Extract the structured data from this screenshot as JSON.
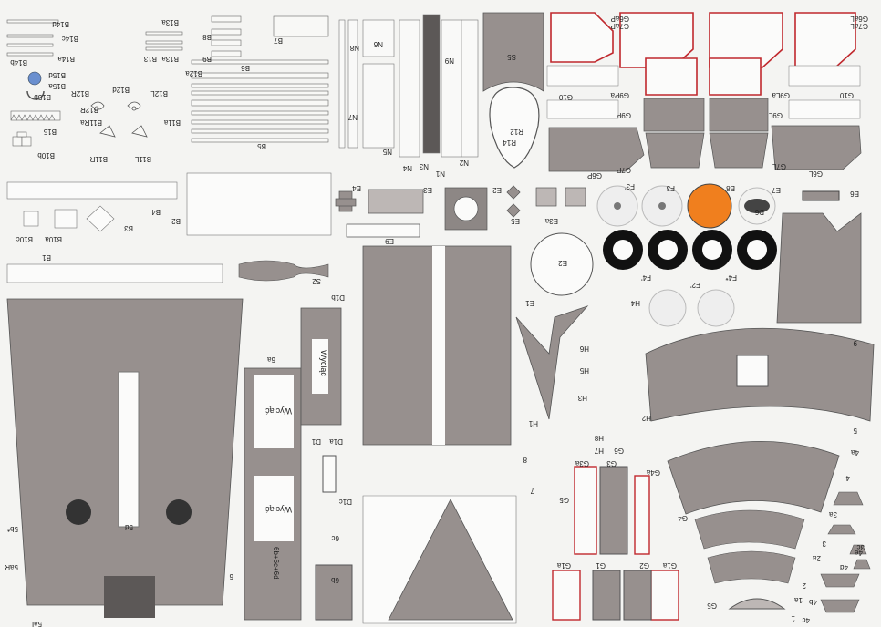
{
  "labels": {
    "B14d": "B14d",
    "B14c": "B14c",
    "B14b": "B14b",
    "B14a": "B14a",
    "B15d": "B15d",
    "B15a": "B15a",
    "B15b": "B15b",
    "B15": "B15",
    "B10b": "B10b",
    "B13a_top": "B13a",
    "B13": "B13",
    "B13a": "B13a",
    "B8": "B8",
    "B9": "B9",
    "B12a": "B12a",
    "B12d": "B12d",
    "B12R": "B12R",
    "B12L": "B12L",
    "B12R2": "B12R",
    "B11Ra": "B11Ra",
    "B11a": "B11a",
    "B11R": "B11R",
    "B11L": "B11L",
    "B7": "B7",
    "B6": "B6",
    "B5": "B5",
    "B4": "B4",
    "B2": "B2",
    "B3": "B3",
    "B10a": "B10a",
    "B10c": "B10c",
    "B1": "B1",
    "N8": "N8",
    "N6": "N6",
    "N9": "N9",
    "N7": "N7",
    "N5": "N5",
    "N4": "N4",
    "N3": "N3",
    "N1": "N1",
    "N2": "N2",
    "S5": "S5",
    "R12": "R12",
    "R14": "R14",
    "G7aP": "G7aP",
    "G6aP": "G6aP",
    "G7aL": "G7aL",
    "G6aL": "G6aL",
    "G10_l": "G10",
    "G9Pa": "G9Pa",
    "G9La": "G9La",
    "G10_r": "G10",
    "G9P": "G9P",
    "G9L": "G9L",
    "G6P": "G6P",
    "G7P": "G7P",
    "G7L": "G7L",
    "G6L": "G6L",
    "E4": "E4",
    "E3": "E3",
    "E2": "E2",
    "E5": "E5",
    "E3a": "E3a",
    "E9": "E9",
    "F3a": "F3'",
    "F3b": "F3",
    "E8": "E8",
    "E7": "E7",
    "D6": "D6",
    "E6": "E6",
    "E2b": "E2",
    "E1": "E1",
    "F4a": "F4'",
    "F2a": "F2'",
    "F4b": "F4*",
    "H4": "H4",
    "H6": "H6",
    "H5": "H5",
    "H3": "H3",
    "H2": "H2",
    "H1": "H1",
    "H8": "H8",
    "H7": "H7",
    "G6": "G6",
    "S2": "S2",
    "D1b": "D1b",
    "D1": "D1",
    "D1a": "D1a",
    "D1c": "D1c",
    "n6a": "6a",
    "n6c": "6c",
    "n6b": "6b",
    "n6d": "6b+6c+6d",
    "n6": "6",
    "n5d": "5d",
    "n5b": "5b*",
    "n5aR": "5aR",
    "n5aL": "5aL",
    "n7": "7",
    "n8": "8",
    "n9": "9",
    "n5": "5",
    "n4a": "4a",
    "n4": "4",
    "n3a": "3a",
    "n3": "3",
    "n3c": "3c",
    "n4e": "4e",
    "n4d": "4d",
    "n2a": "2a",
    "n2": "2",
    "n1a": "1a",
    "n1": "1",
    "n4b": "4b",
    "n4c": "4c",
    "G3a": "G3a",
    "G3": "G3",
    "G4a": "G4a",
    "G4": "G4",
    "G5": "G5",
    "G5b": "G5",
    "G1a": "G1a",
    "G1": "G1",
    "G2": "G2",
    "G1a2": "G1a",
    "wyciac1": "Wyciąć",
    "wyciac2": "Wyciąć",
    "wyciac3": "Wyciąć"
  },
  "colors": {
    "panel": "#97908e",
    "panelDark": "#6f6a68",
    "line": "#555",
    "red": "#c0282d",
    "orange": "#f07f1e",
    "paper": "#f4f4f2"
  }
}
